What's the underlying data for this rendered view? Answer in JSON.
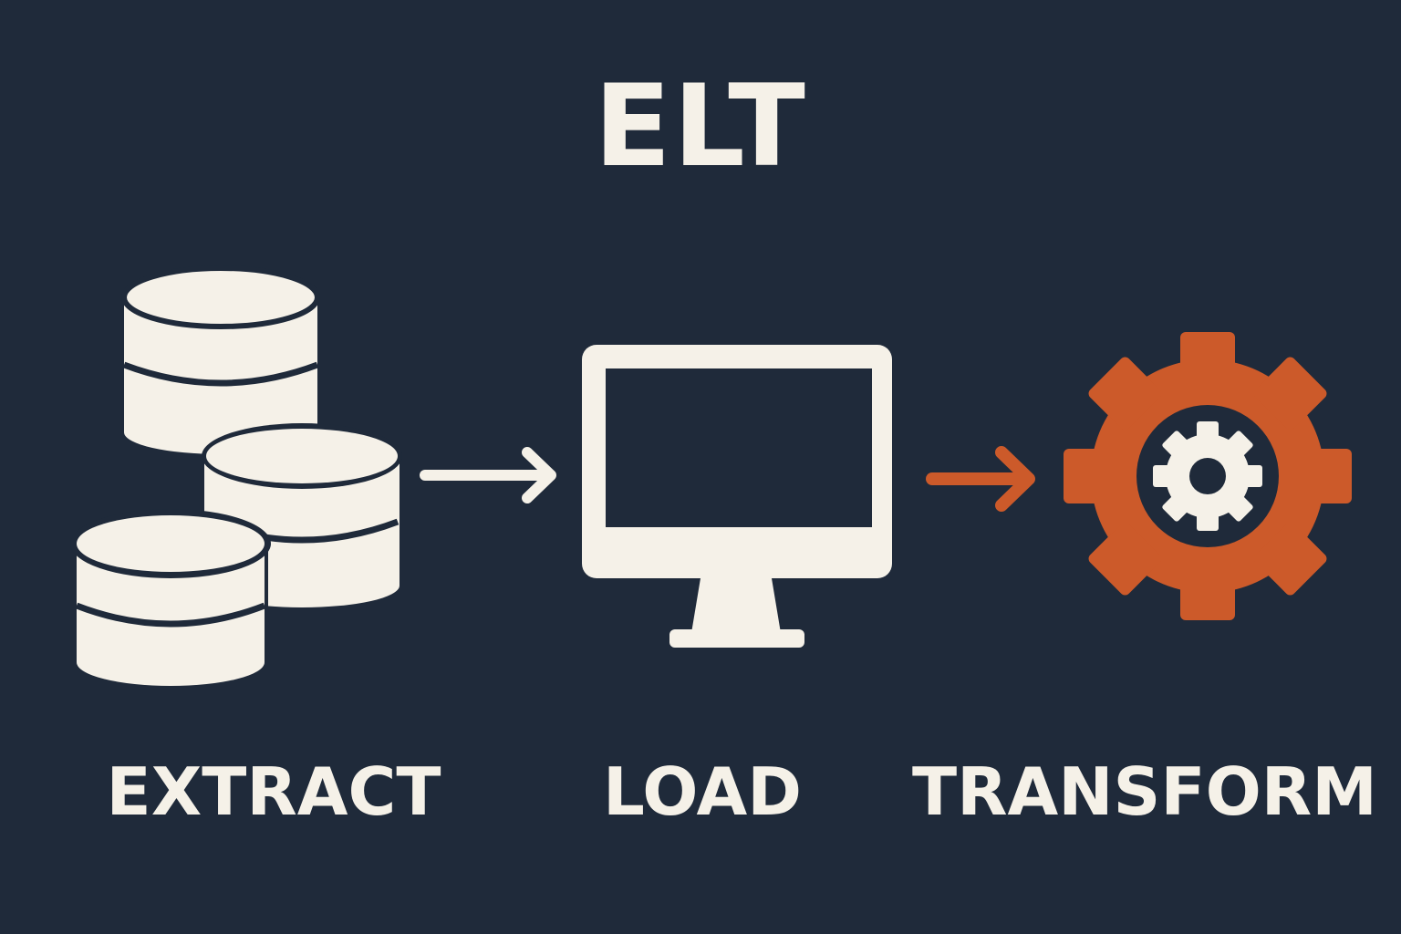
{
  "title": "ELT",
  "steps": {
    "extract": "EXTRACT",
    "load": "LOAD",
    "transform": "TRANSFORM"
  },
  "colors": {
    "background": "#1f2a3a",
    "foreground": "#f5f1e8",
    "accent": "#cc5a2a"
  },
  "icons": {
    "extract": "database-stack-icon",
    "load": "monitor-icon",
    "transform": "gear-icon"
  }
}
